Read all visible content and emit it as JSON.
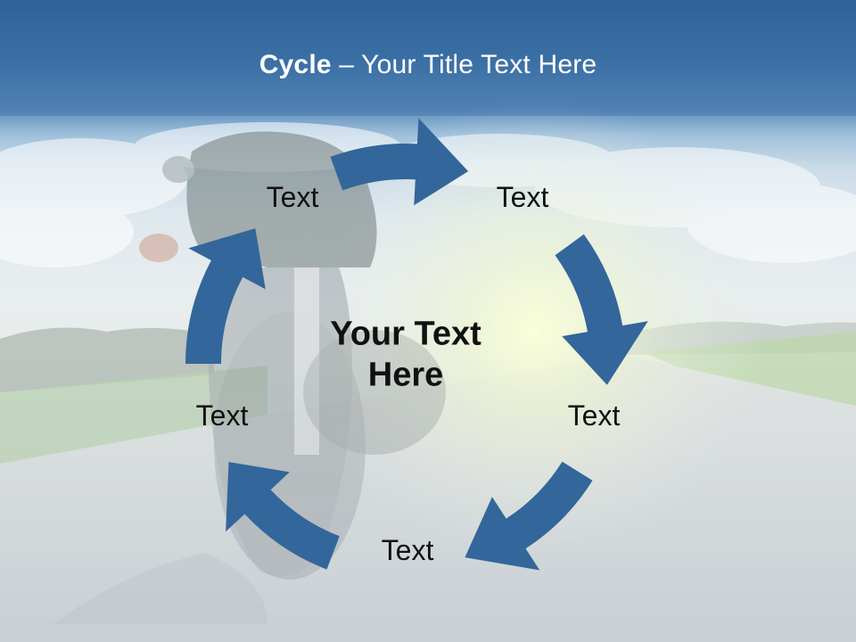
{
  "slide": {
    "title_bold": "Cycle",
    "title_rest": " – Your Title Text Here",
    "center_text": "Your Text Here"
  },
  "cycle": {
    "nodes": [
      {
        "label": "Text"
      },
      {
        "label": "Text"
      },
      {
        "label": "Text"
      },
      {
        "label": "Text"
      },
      {
        "label": "Text"
      }
    ],
    "arrow_color": "#33669a"
  }
}
